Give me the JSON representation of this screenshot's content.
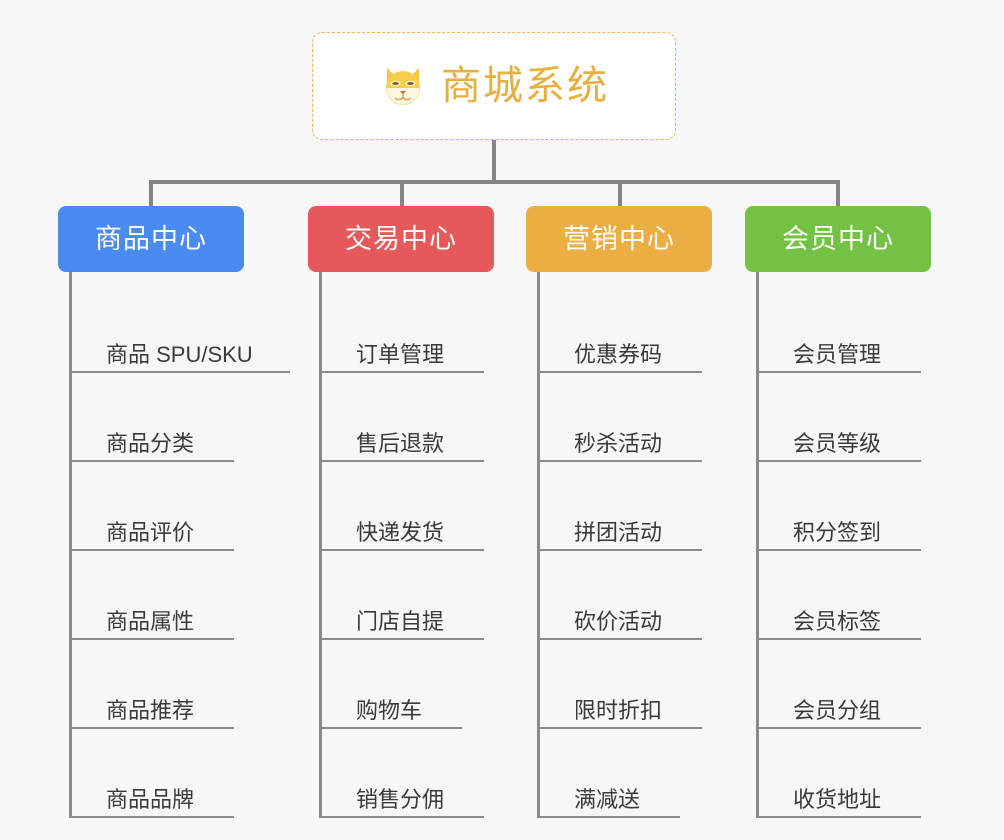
{
  "page": {
    "background_color": "#f7f7f7",
    "connector_color": "#858585"
  },
  "root": {
    "title": "商城系统",
    "icon": "dog-face-emoji",
    "text_color": "#e9ae40",
    "border_color": "#eab44e",
    "background_color": "#ffffff"
  },
  "branches": [
    {
      "label": "商品中心",
      "color": "#4a8bf0",
      "items": [
        "商品 SPU/SKU",
        "商品分类",
        "商品评价",
        "商品属性",
        "商品推荐",
        "商品品牌"
      ]
    },
    {
      "label": "交易中心",
      "color": "#e5595a",
      "items": [
        "订单管理",
        "售后退款",
        "快递发货",
        "门店自提",
        "购物车",
        "销售分佣"
      ]
    },
    {
      "label": "营销中心",
      "color": "#ebae43",
      "items": [
        "优惠券码",
        "秒杀活动",
        "拼团活动",
        "砍价活动",
        "限时折扣",
        "满减送"
      ]
    },
    {
      "label": "会员中心",
      "color": "#74c244",
      "items": [
        "会员管理",
        "会员等级",
        "积分签到",
        "会员标签",
        "会员分组",
        "收货地址"
      ]
    }
  ]
}
